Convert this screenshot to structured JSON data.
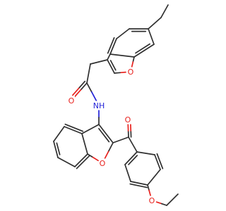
{
  "molecule": {
    "element_colors": {
      "O": "#e8221e",
      "N": "#2323d8",
      "C": "#303030"
    },
    "atoms": [
      {
        "id": "me1",
        "element": "C"
      },
      {
        "id": "ch2a",
        "element": "C"
      },
      {
        "id": "b1",
        "element": "C"
      },
      {
        "id": "b2",
        "element": "C"
      },
      {
        "id": "b3",
        "element": "C"
      },
      {
        "id": "b3a",
        "element": "C"
      },
      {
        "id": "b7",
        "element": "C"
      },
      {
        "id": "b7a",
        "element": "C"
      },
      {
        "id": "o1",
        "element": "O",
        "label": "O"
      },
      {
        "id": "f2",
        "element": "C"
      },
      {
        "id": "f3",
        "element": "C"
      },
      {
        "id": "ch2b",
        "element": "C"
      },
      {
        "id": "co1",
        "element": "C"
      },
      {
        "id": "o2",
        "element": "O",
        "label": "O"
      },
      {
        "id": "n1",
        "element": "N",
        "label": "NH"
      },
      {
        "id": "c3",
        "element": "C"
      },
      {
        "id": "c3a",
        "element": "C"
      },
      {
        "id": "c4",
        "element": "C"
      },
      {
        "id": "c5",
        "element": "C"
      },
      {
        "id": "c6",
        "element": "C"
      },
      {
        "id": "c7",
        "element": "C"
      },
      {
        "id": "c7a",
        "element": "C"
      },
      {
        "id": "o3",
        "element": "O",
        "label": "O"
      },
      {
        "id": "c2",
        "element": "C"
      },
      {
        "id": "co2",
        "element": "C"
      },
      {
        "id": "o4",
        "element": "O",
        "label": "O"
      },
      {
        "id": "p1",
        "element": "C"
      },
      {
        "id": "p2",
        "element": "C"
      },
      {
        "id": "p3",
        "element": "C"
      },
      {
        "id": "p4",
        "element": "C"
      },
      {
        "id": "p5",
        "element": "C"
      },
      {
        "id": "p6",
        "element": "C"
      },
      {
        "id": "o5",
        "element": "O",
        "label": "O"
      },
      {
        "id": "et1",
        "element": "C"
      },
      {
        "id": "et2",
        "element": "C"
      }
    ],
    "bonds": [
      {
        "a": "me1",
        "b": "ch2a",
        "order": 1
      },
      {
        "a": "ch2a",
        "b": "b1",
        "order": 1
      },
      {
        "a": "b1",
        "b": "b2",
        "order": 2
      },
      {
        "a": "b2",
        "b": "b3",
        "order": 1
      },
      {
        "a": "b3",
        "b": "b3a",
        "order": 2
      },
      {
        "a": "b3a",
        "b": "b7a",
        "order": 1
      },
      {
        "a": "b7a",
        "b": "b7",
        "order": 2
      },
      {
        "a": "b7",
        "b": "b1",
        "order": 1
      },
      {
        "a": "b7a",
        "b": "o1",
        "order": 1
      },
      {
        "a": "o1",
        "b": "f2",
        "order": 1
      },
      {
        "a": "f2",
        "b": "f3",
        "order": 2
      },
      {
        "a": "f3",
        "b": "b3a",
        "order": 1
      },
      {
        "a": "f3",
        "b": "ch2b",
        "order": 1
      },
      {
        "a": "ch2b",
        "b": "co1",
        "order": 1
      },
      {
        "a": "co1",
        "b": "o2",
        "order": 2
      },
      {
        "a": "co1",
        "b": "n1",
        "order": 1
      },
      {
        "a": "n1",
        "b": "c3",
        "order": 1
      },
      {
        "a": "c3",
        "b": "c3a",
        "order": 1
      },
      {
        "a": "c3a",
        "b": "c4",
        "order": 2
      },
      {
        "a": "c4",
        "b": "c5",
        "order": 1
      },
      {
        "a": "c5",
        "b": "c6",
        "order": 2
      },
      {
        "a": "c6",
        "b": "c7",
        "order": 1
      },
      {
        "a": "c7",
        "b": "c7a",
        "order": 2
      },
      {
        "a": "c7a",
        "b": "c3a",
        "order": 1
      },
      {
        "a": "c7a",
        "b": "o3",
        "order": 1
      },
      {
        "a": "o3",
        "b": "c2",
        "order": 1
      },
      {
        "a": "c2",
        "b": "c3",
        "order": 2
      },
      {
        "a": "c2",
        "b": "co2",
        "order": 1
      },
      {
        "a": "co2",
        "b": "o4",
        "order": 2
      },
      {
        "a": "co2",
        "b": "p1",
        "order": 1
      },
      {
        "a": "p1",
        "b": "p2",
        "order": 2
      },
      {
        "a": "p2",
        "b": "p3",
        "order": 1
      },
      {
        "a": "p3",
        "b": "p4",
        "order": 2
      },
      {
        "a": "p4",
        "b": "p5",
        "order": 1
      },
      {
        "a": "p5",
        "b": "p6",
        "order": 2
      },
      {
        "a": "p6",
        "b": "p1",
        "order": 1
      },
      {
        "a": "p4",
        "b": "o5",
        "order": 1
      },
      {
        "a": "o5",
        "b": "et1",
        "order": 1
      },
      {
        "a": "et1",
        "b": "et2",
        "order": 1
      }
    ]
  }
}
